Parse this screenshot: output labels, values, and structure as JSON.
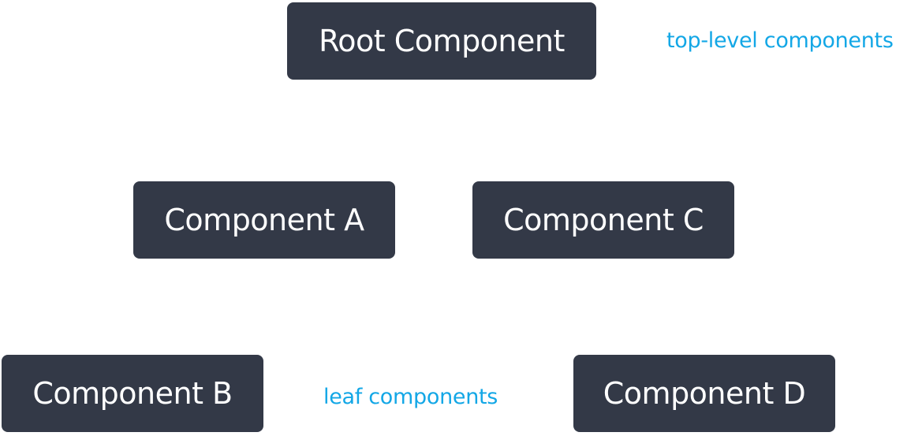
{
  "nodes": {
    "root": "Root Component",
    "a": "Component A",
    "b": "Component B",
    "c": "Component C",
    "d": "Component D"
  },
  "annotations": {
    "top_level": "top-level components",
    "leaf": "leaf components"
  },
  "colors": {
    "node_fill": "#333947",
    "node_text": "#ffffff",
    "annotation_text": "#13a7e6"
  }
}
